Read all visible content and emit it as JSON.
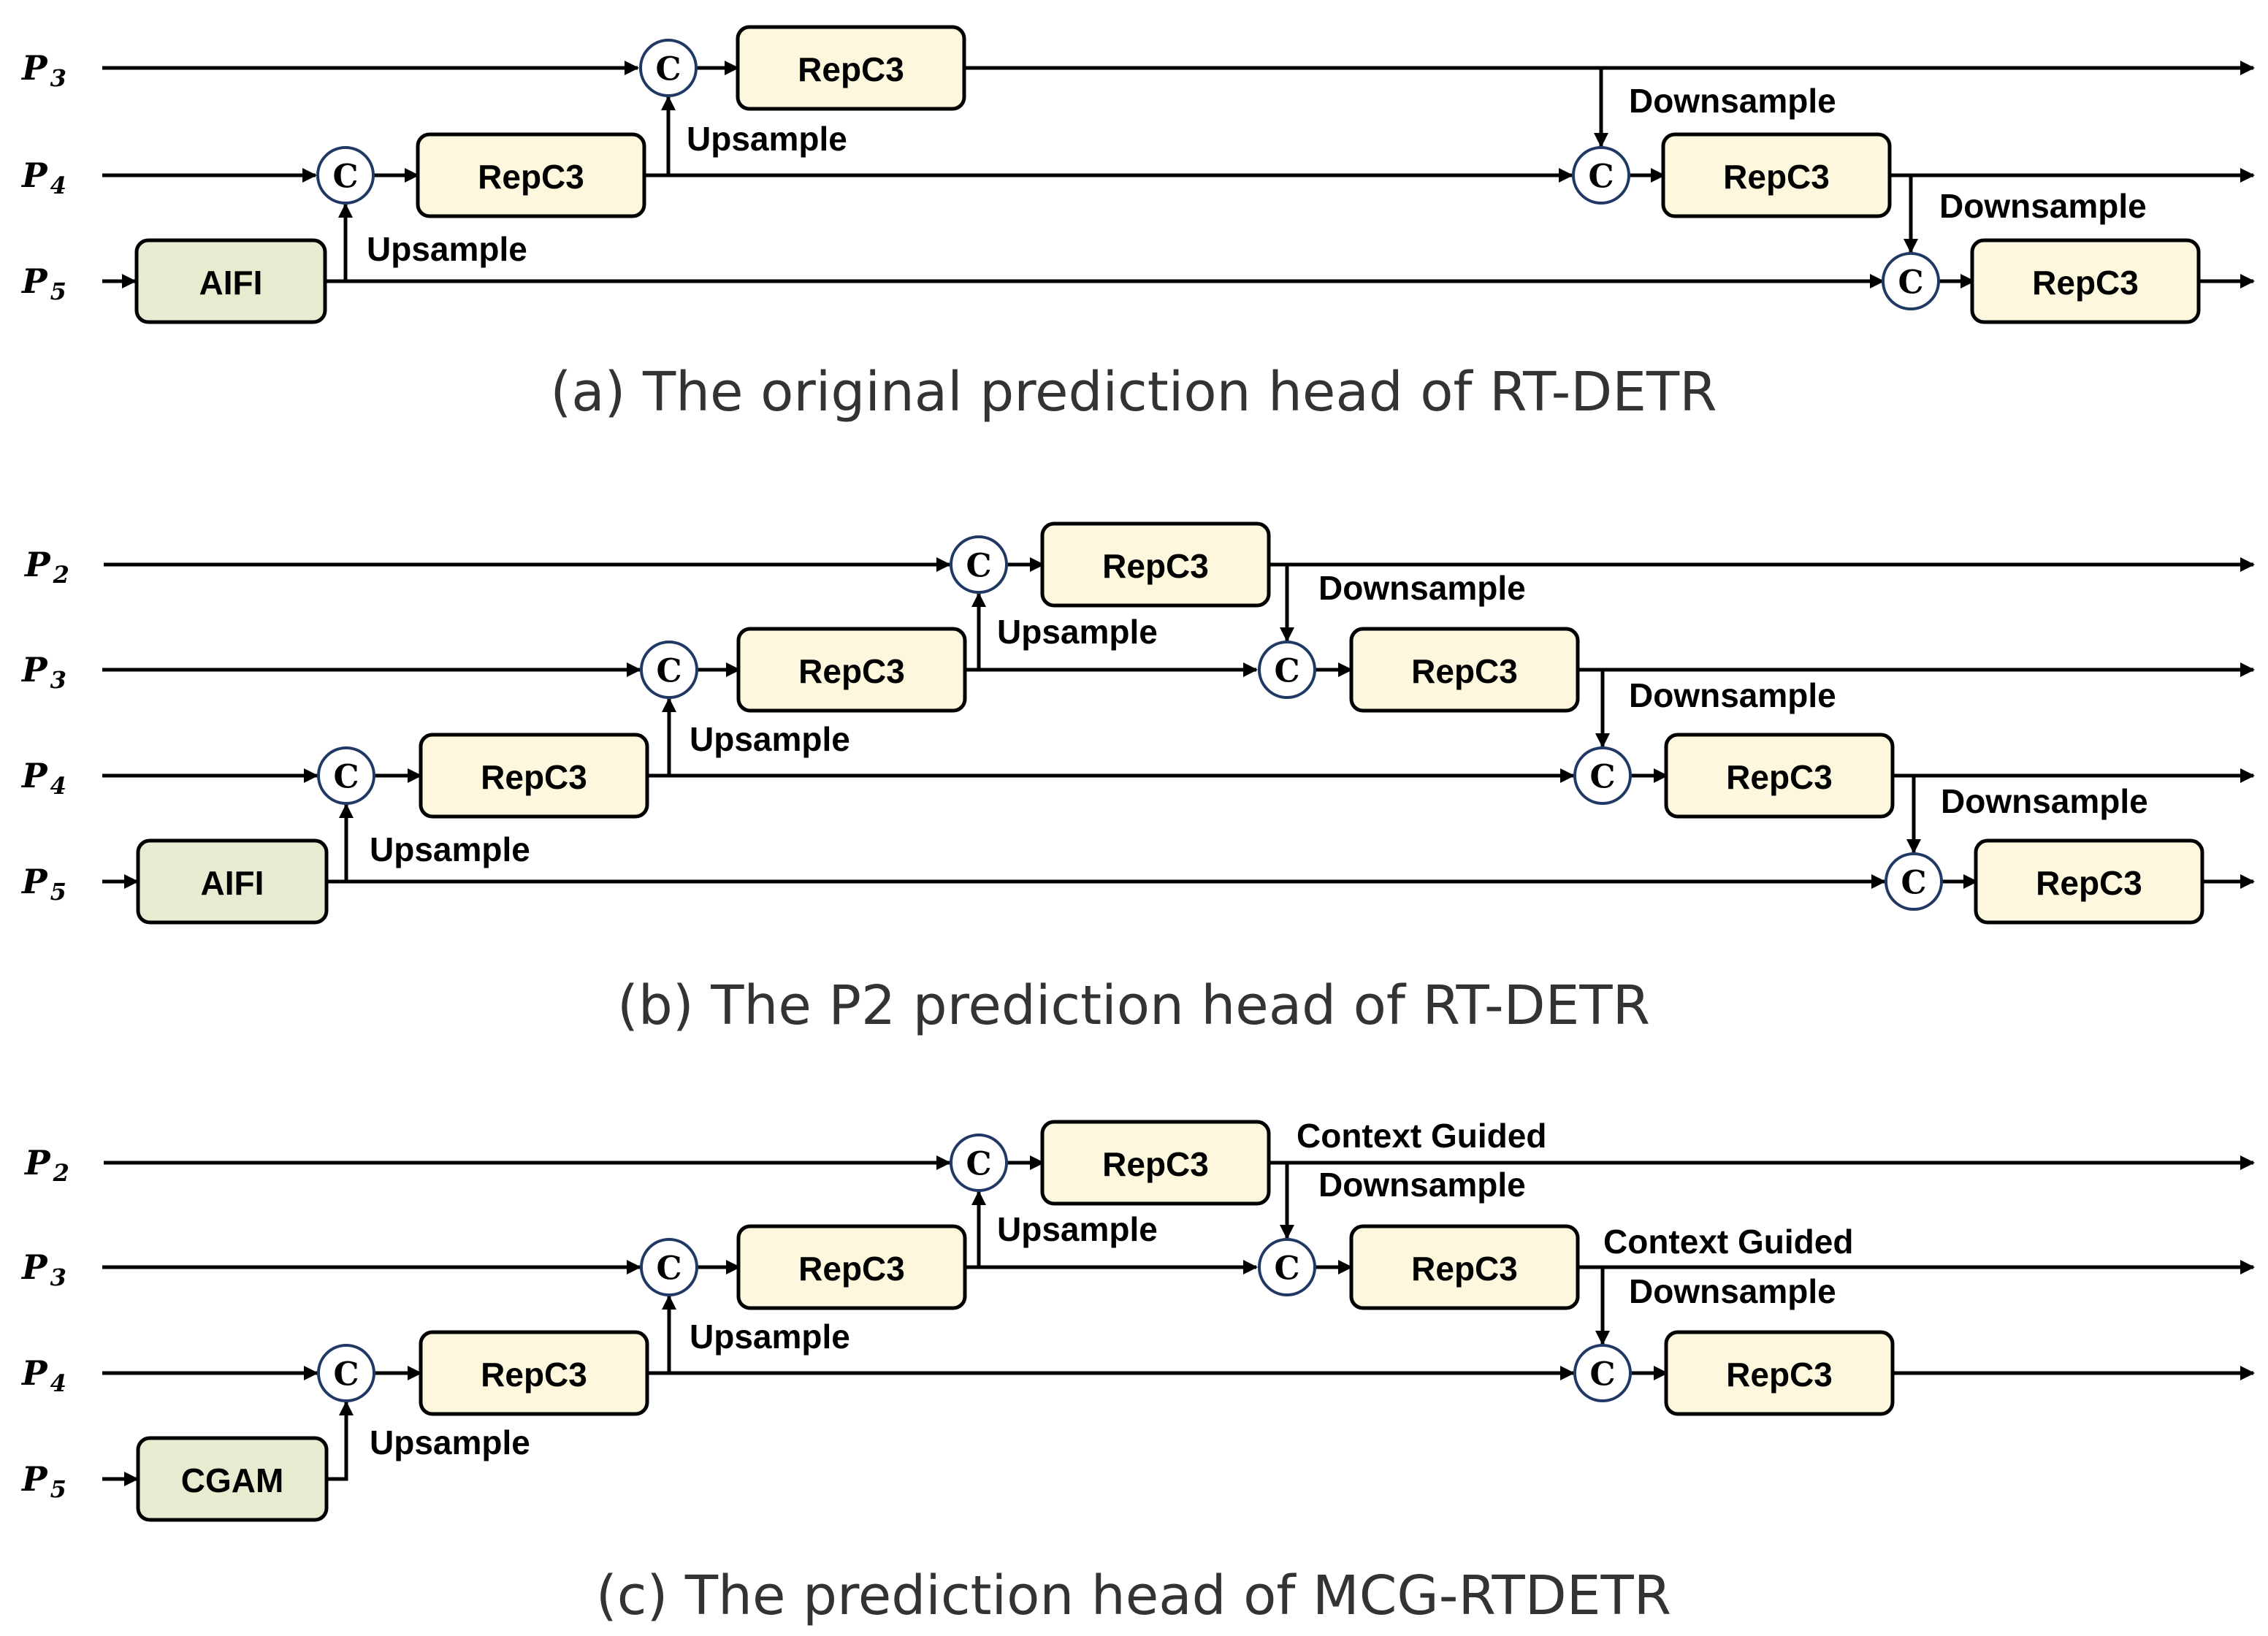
{
  "labels": {
    "repc3": "RepC3",
    "aifi": "AIFI",
    "cgam": "CGAM",
    "concat_symbol": "C",
    "upsample": "Upsample",
    "downsample": "Downsample",
    "context_guided": "Context Guided",
    "p_letter": "P",
    "p2_sub": "2",
    "p3_sub": "3",
    "p4_sub": "4",
    "p5_sub": "5"
  },
  "captions": {
    "a": "(a) The original prediction head of RT-DETR",
    "b": "(b) The P2 prediction head of RT-DETR",
    "c": "(c) The prediction head of MCG-RTDETR"
  },
  "colors": {
    "repc3_fill": "#fdf8dd",
    "input_fill": "#e6ecd0",
    "concat_outline": "#1f3864",
    "line": "#000000",
    "caption_text": "#333333"
  }
}
